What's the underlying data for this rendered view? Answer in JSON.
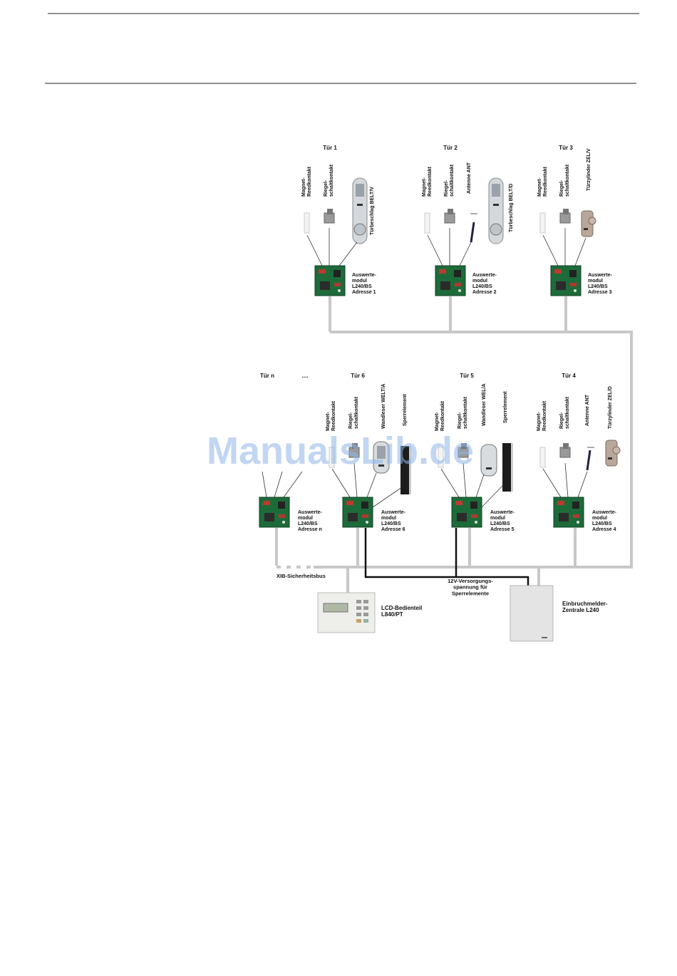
{
  "doors_top": [
    {
      "title": "Tür 1",
      "labels": [
        "Magnet-\nReedkontakt",
        "Riegel-\nschaltkontakt",
        "Türbeschlag BELT/V"
      ],
      "device": [
        "handle",
        "Türbeschlag BELT/V"
      ],
      "module": "Auswerte-\nmodul\nL240/BS\nAdresse 1"
    },
    {
      "title": "Tür 2",
      "labels": [
        "Magnet-\nReedkontakt",
        "Riegel-\nschaltkontakt",
        "Antenne ANT"
      ],
      "device": [
        "handle",
        "Türbeschlag BELT/D"
      ],
      "module": "Auswerte-\nmodul\nL240/BS\nAdresse 2"
    },
    {
      "title": "Tür 3",
      "labels": [
        "Magnet-\nReedkontakt",
        "Riegel-\nschaltkontakt",
        "Türzylinder ZEL/V"
      ],
      "device": [
        "cylinder",
        ""
      ],
      "module": "Auswerte-\nmodul\nL240/BS\nAdresse 3"
    }
  ],
  "doors_bottom": [
    {
      "title": "Tür n",
      "dots": "....",
      "labels": [],
      "module": "Auswerte-\nmodul\nL240/BS\nAdresse n"
    },
    {
      "title": "Tür 6",
      "labels": [
        "Magnet-\nReedkontakt",
        "Riegel-\nschaltkontakt",
        "Wandleser WELT/A",
        "Sperrelement"
      ],
      "module": "Auswerte-\nmodul\nL240/BS\nAdresse 6"
    },
    {
      "title": "Tür 5",
      "labels": [
        "Magnet-\nReedkontakt",
        "Riegel-\nschaltkontakt",
        "Wandleser WEL/A",
        "Sperrelement"
      ],
      "module": "Auswerte-\nmodul\nL240/BS\nAdresse 5"
    },
    {
      "title": "Tür 4",
      "labels": [
        "Magnet-\nReedkontakt",
        "Riegel-\nschaltkontakt",
        "Antenne ANT",
        "Türzylinder ZEL/D"
      ],
      "module": "Auswerte-\nmodul\nL240/BS\nAdresse 4"
    }
  ],
  "bus_label": "XIB-Sicherheitsbus",
  "supply_label": "12V-Versorgungs-\nspannung für\nSperrelemente",
  "lcd_label": "LCD-Bedienteil\nL840/PT",
  "central_label": "Einbruchmelder-\nZentrale L240",
  "watermark": "ManualsLib.de",
  "colors": {
    "bus": "#c8c8c8",
    "supply": "#111111",
    "board": "#1e6b3a",
    "rule": "#222222"
  }
}
